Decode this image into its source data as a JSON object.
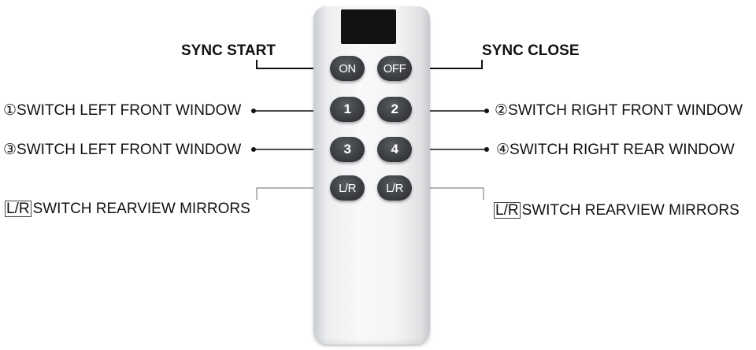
{
  "remote": {
    "buttons": [
      {
        "id": "on",
        "label": "ON"
      },
      {
        "id": "off",
        "label": "OFF"
      },
      {
        "id": "b1",
        "label": "1"
      },
      {
        "id": "b2",
        "label": "2"
      },
      {
        "id": "b3",
        "label": "3"
      },
      {
        "id": "b4",
        "label": "4"
      },
      {
        "id": "lr_left",
        "label": "L/R"
      },
      {
        "id": "lr_right",
        "label": "L/R"
      }
    ]
  },
  "labels": {
    "sync_start": "SYNC START",
    "sync_close": "SYNC CLOSE",
    "sw1": "①SWITCH LEFT FRONT WINDOW",
    "sw2": "②SWITCH RIGHT FRONT WINDOW",
    "sw3": "③SWITCH LEFT FRONT WINDOW",
    "sw4": "④SWITCH RIGHT REAR WINDOW",
    "mirror_box": "L/R",
    "mirror_text": "SWITCH REARVIEW MIRRORS"
  }
}
